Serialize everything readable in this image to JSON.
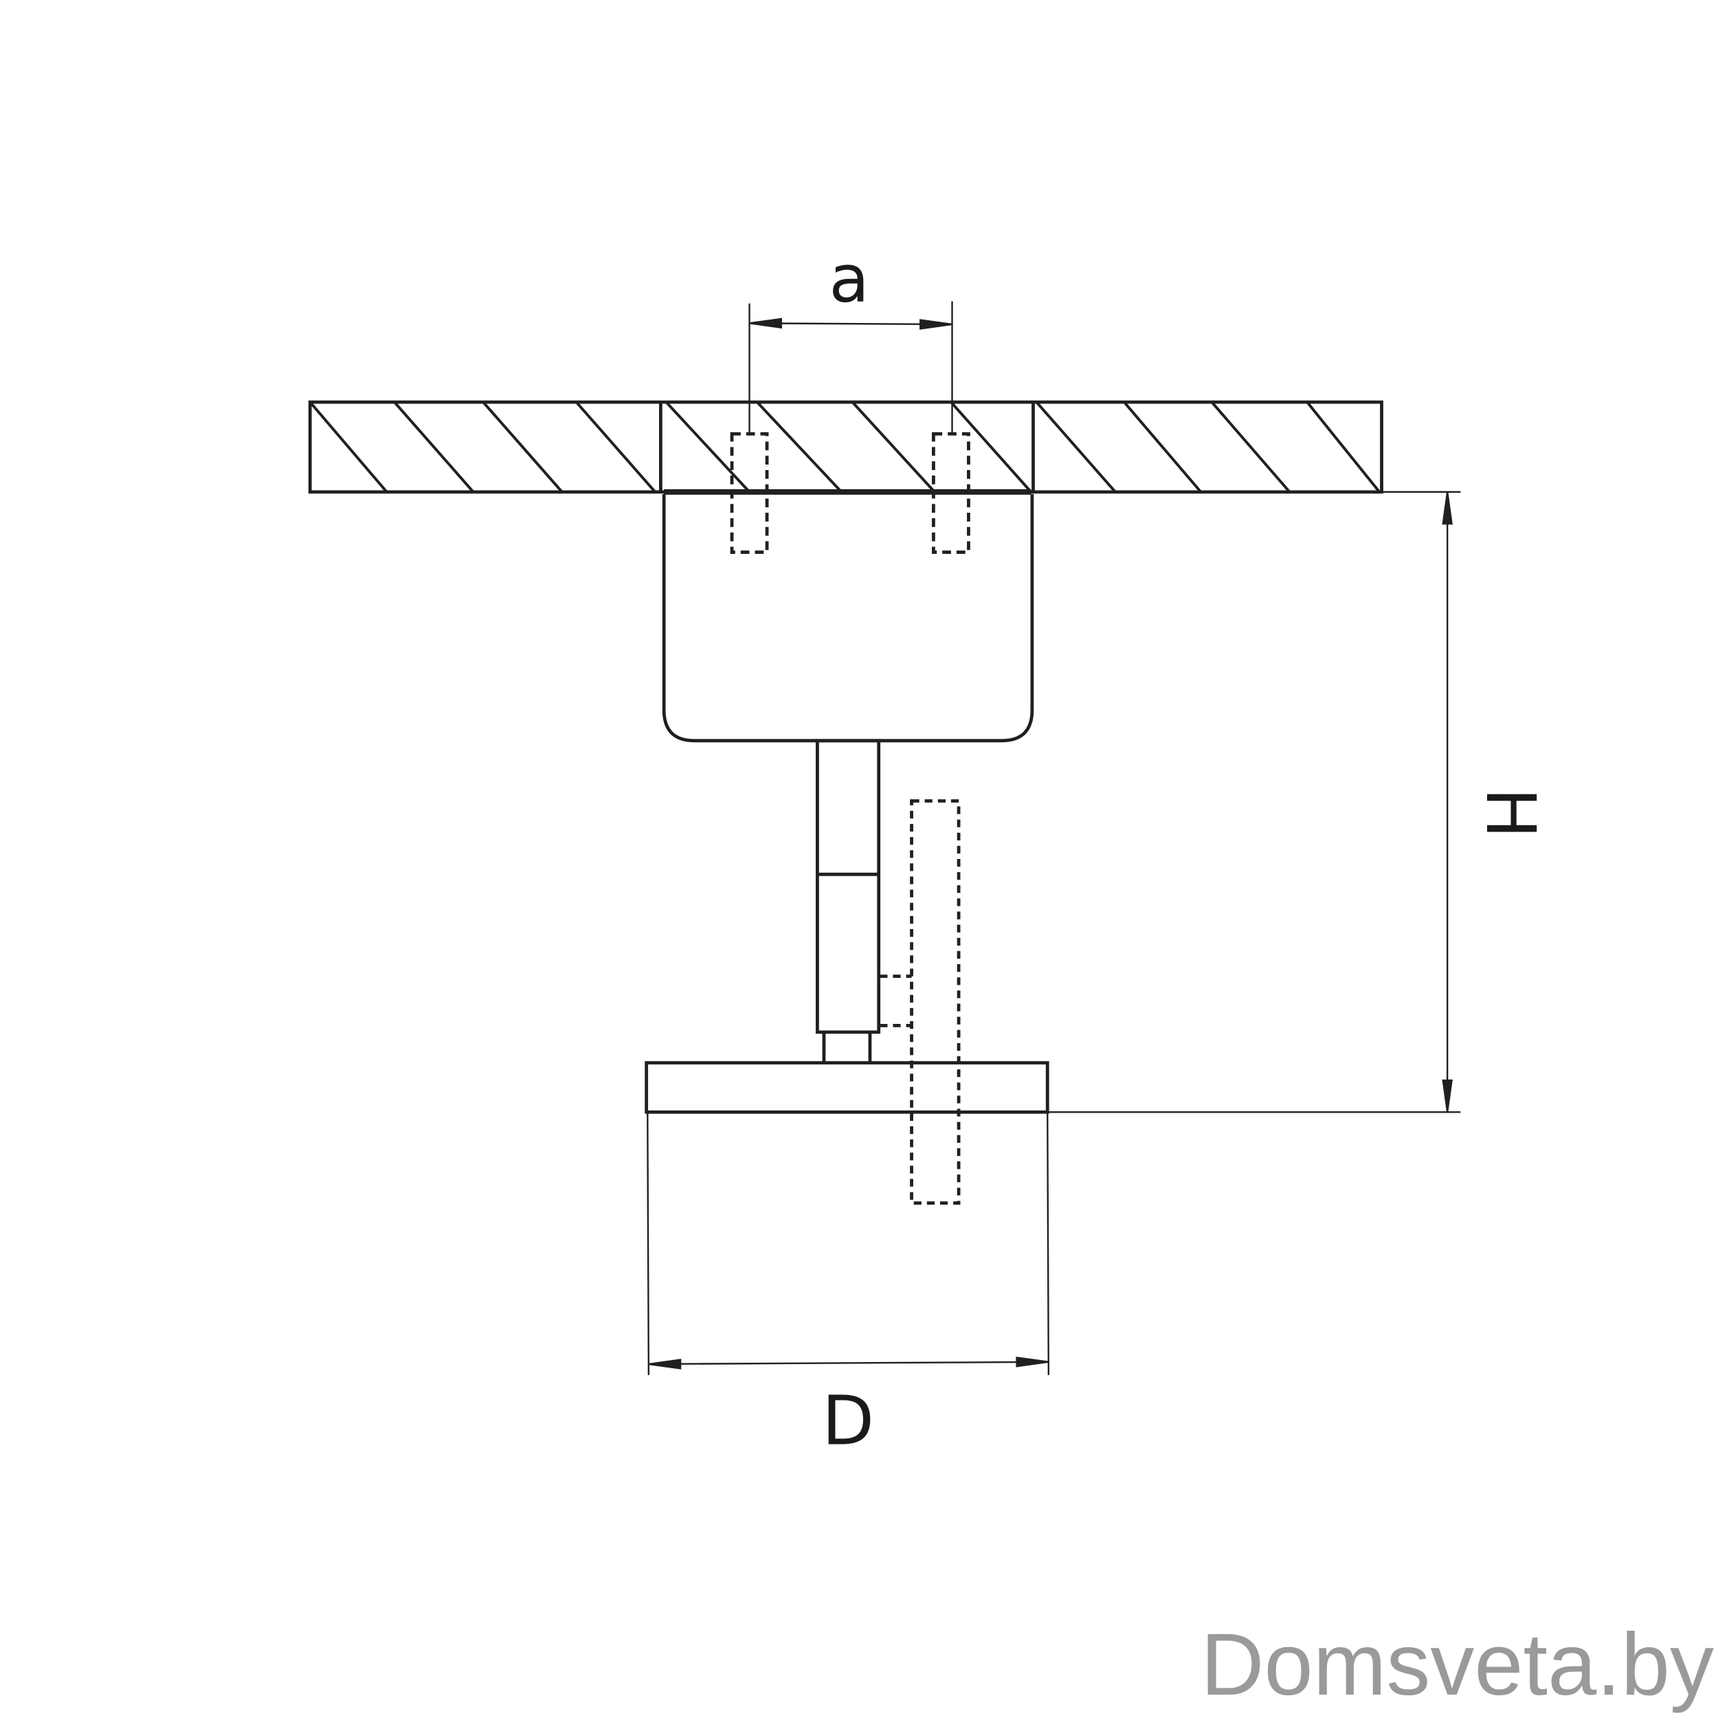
{
  "labels": {
    "a": "a",
    "H": "H",
    "D": "D"
  },
  "watermark": "Domsveta.by",
  "colors": {
    "line": "#231f20",
    "watermark": "#9a9a9a"
  }
}
